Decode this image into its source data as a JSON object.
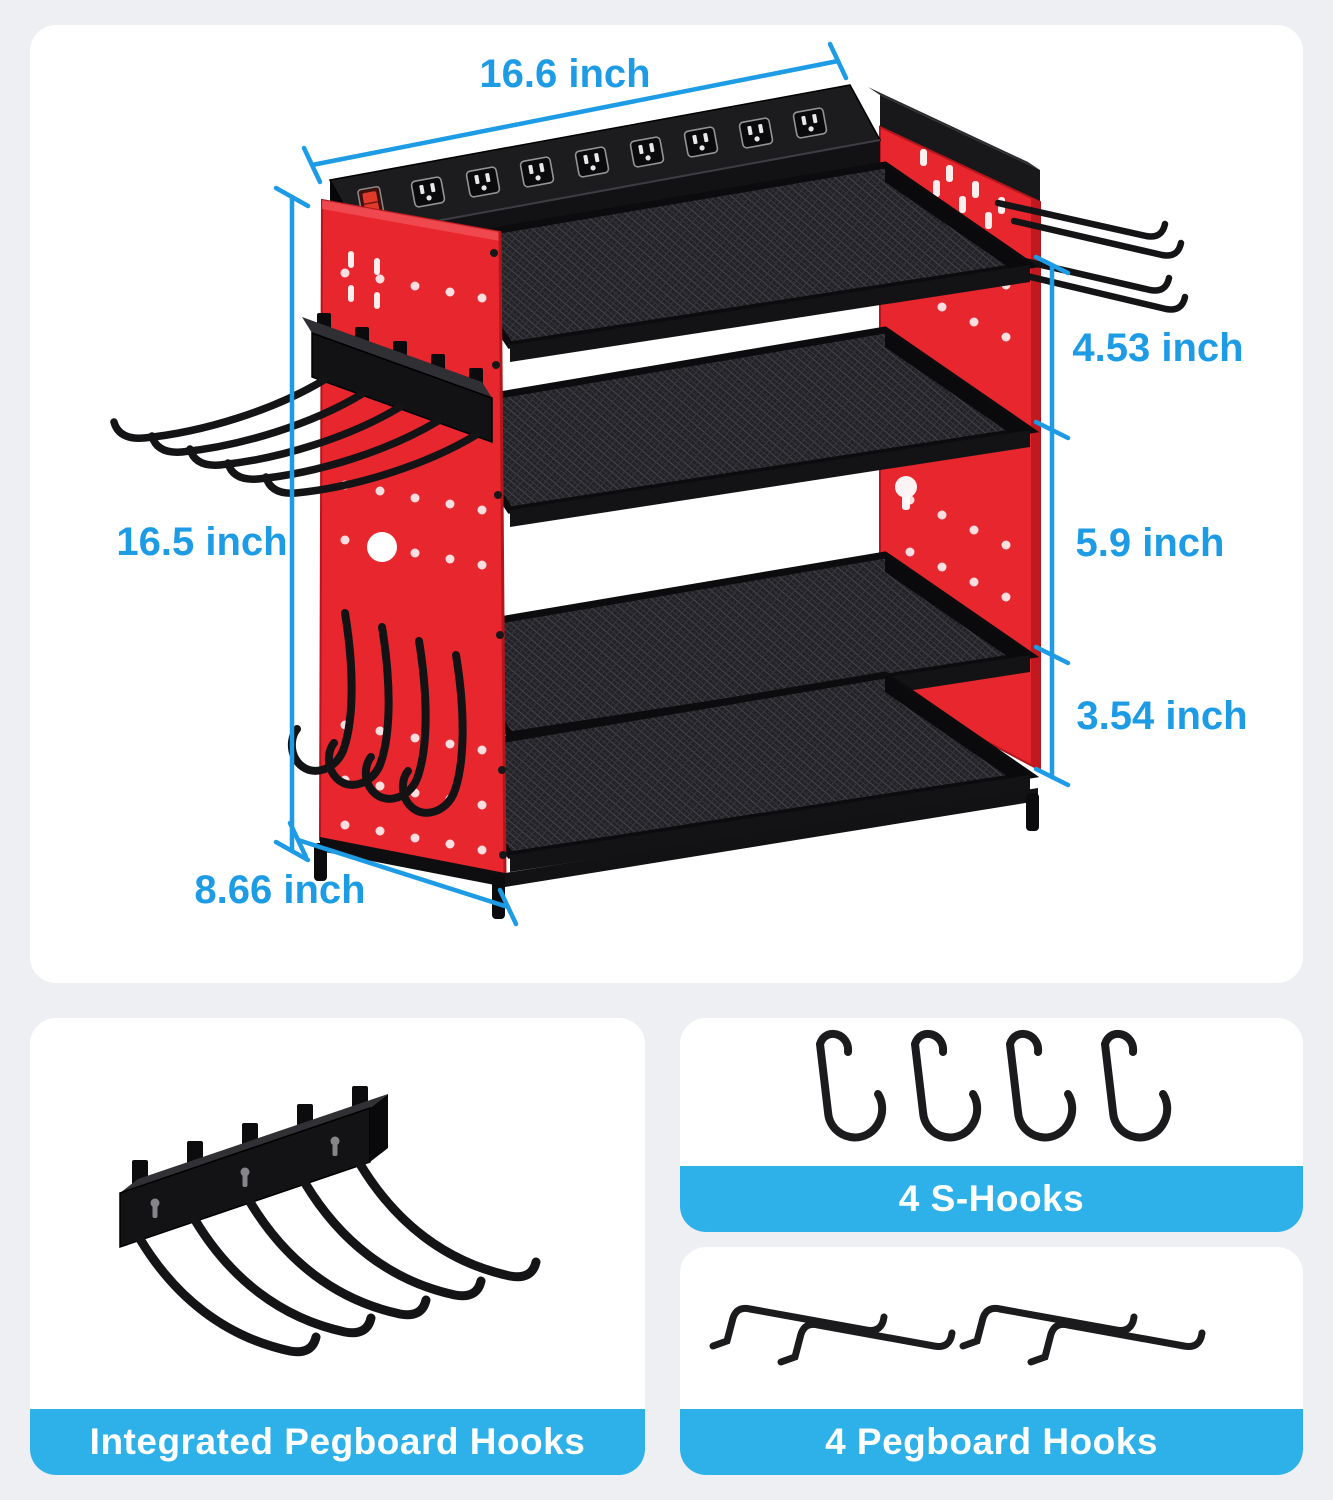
{
  "colors": {
    "accent_blue": "#1D9CE5",
    "banner_blue": "#2EB1E9",
    "product_red": "#E8262D",
    "product_black": "#18181B",
    "page_background": "#EDEFF2",
    "card_background": "#FFFFFF"
  },
  "main_diagram": {
    "dimensions": {
      "width": "16.6 inch",
      "height": "16.5 inch",
      "depth": "8.66 inch",
      "shelf_gap_top": "4.53 inch",
      "shelf_gap_middle": "5.9 inch",
      "shelf_gap_bottom": "3.54 inch"
    }
  },
  "cards": {
    "integrated_hooks": {
      "label": "Integrated Pegboard Hooks"
    },
    "s_hooks": {
      "label": "4 S-Hooks"
    },
    "pegboard_hooks": {
      "label": "4 Pegboard Hooks"
    }
  }
}
